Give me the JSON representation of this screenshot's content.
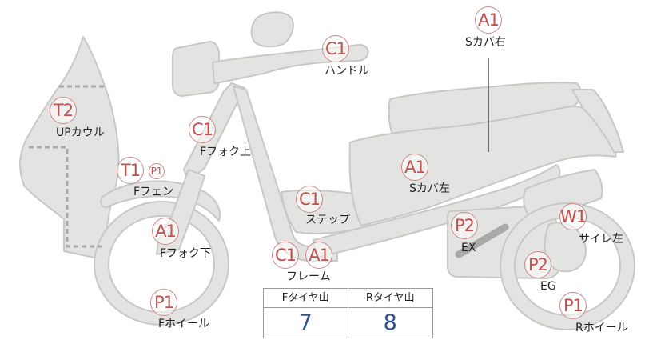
{
  "parts": [
    {
      "id": "s-cover-right",
      "grade": "A1",
      "label": "Sカバ右"
    },
    {
      "id": "handle",
      "grade": "C1",
      "label": "ハンドル"
    },
    {
      "id": "up-cowl",
      "grade": "T2",
      "label": "UPカウル"
    },
    {
      "id": "f-fork-upper",
      "grade": "C1",
      "label": "Fフォク上"
    },
    {
      "id": "f-fender",
      "grade": "T1",
      "grade2": "P1",
      "label": "Fフェン"
    },
    {
      "id": "s-cover-left",
      "grade": "A1",
      "label": "Sカバ左"
    },
    {
      "id": "step",
      "grade": "C1",
      "label": "ステップ"
    },
    {
      "id": "f-fork-lower",
      "grade": "A1",
      "label": "Fフォク下"
    },
    {
      "id": "frame",
      "grade": "C1",
      "grade2": "A1",
      "label": "フレーム"
    },
    {
      "id": "ex",
      "grade": "P2",
      "label": "EX"
    },
    {
      "id": "silencer-left",
      "grade": "W1",
      "label": "サイレ左"
    },
    {
      "id": "eg",
      "grade": "P2",
      "label": "EG"
    },
    {
      "id": "f-wheel",
      "grade": "P1",
      "label": "Fホイール"
    },
    {
      "id": "r-wheel",
      "grade": "P1",
      "label": "Rホイール"
    }
  ],
  "tread": {
    "front_header": "Fタイヤ山",
    "rear_header": "Rタイヤ山",
    "front_value": "7",
    "rear_value": "8"
  },
  "colors": {
    "body_fill": "#e3e3e1",
    "body_stroke": "#c8c8c6",
    "badge_text": "#c0504d",
    "tread_value": "#2f4f8f"
  }
}
